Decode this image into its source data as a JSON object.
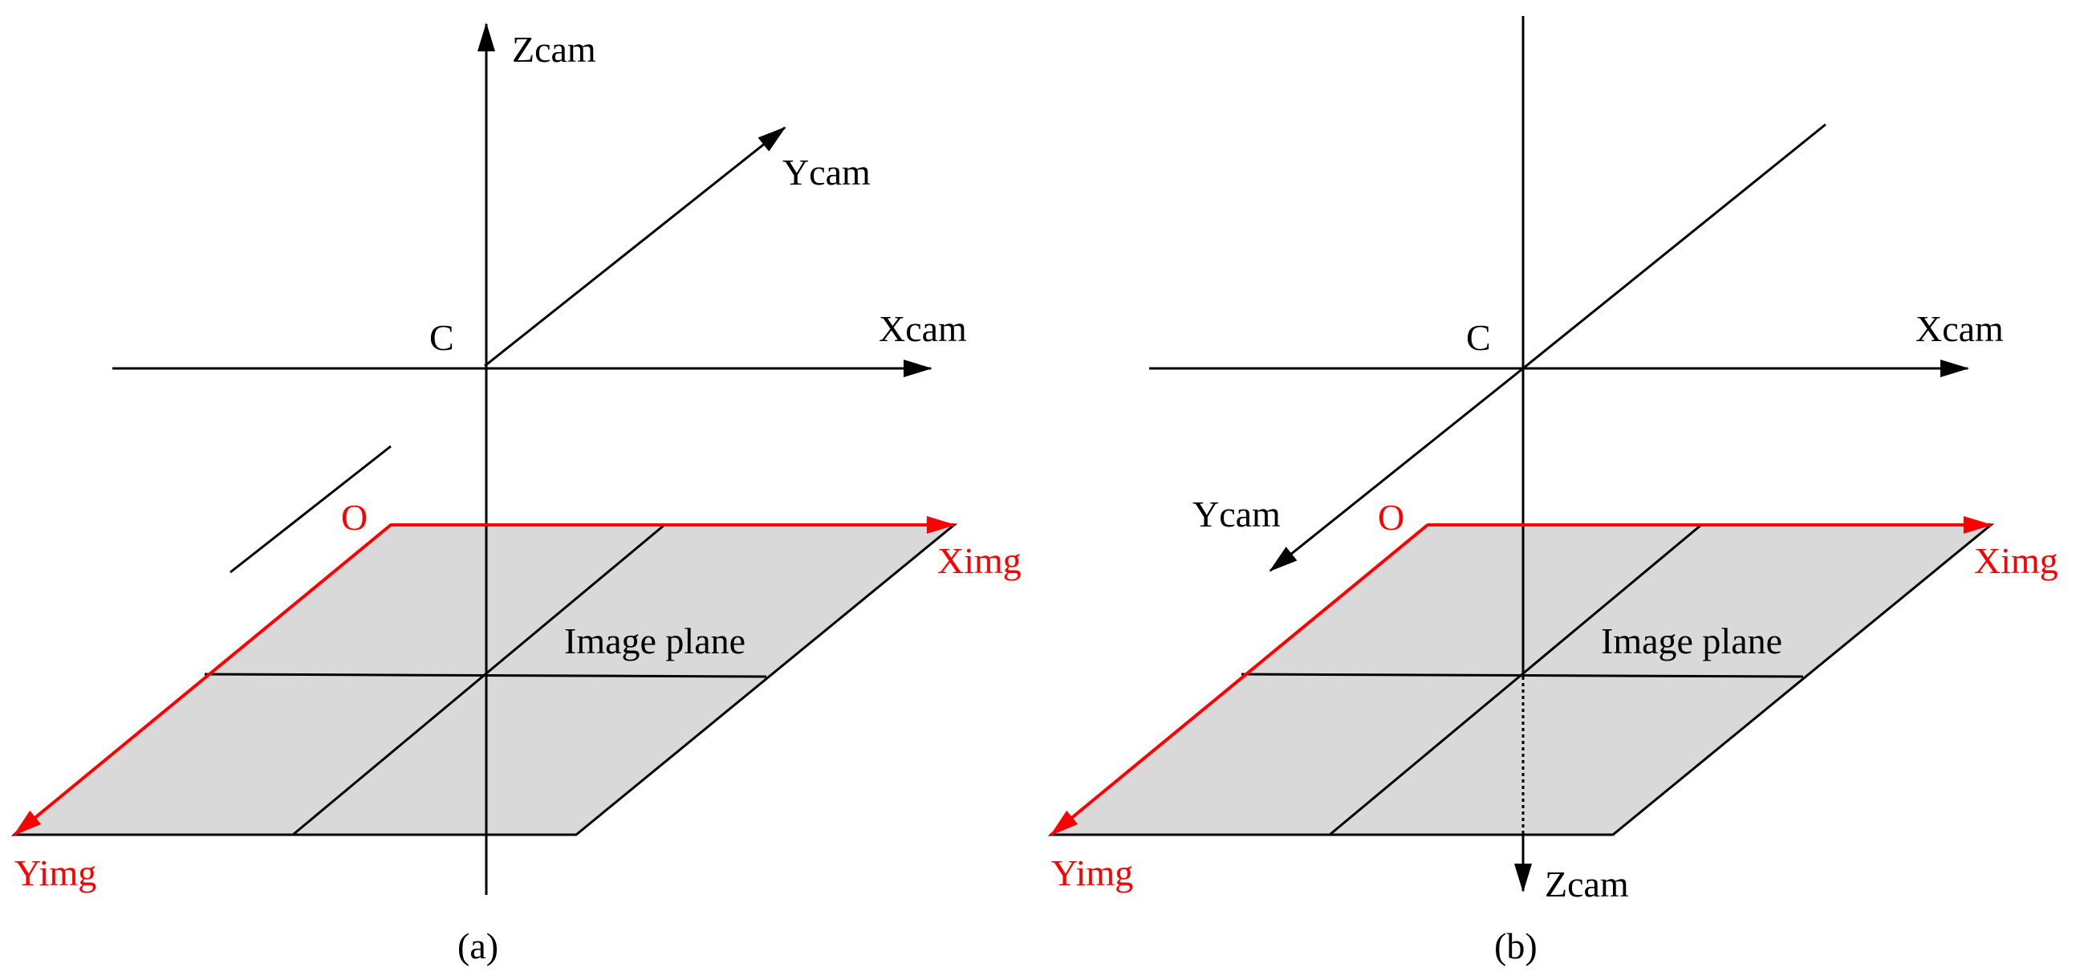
{
  "colors": {
    "axis": "#000000",
    "image_axis": "#ff0000",
    "plane_fill": "#d9d9d9",
    "background": "#ffffff"
  },
  "panels": [
    {
      "caption": "(a)",
      "center_label": "C",
      "x_cam_label": "Xcam",
      "y_cam_label": "Ycam",
      "z_cam_label": "Zcam",
      "origin_label": "O",
      "x_img_label": "Ximg",
      "y_img_label": "Yimg",
      "plane_label": "Image plane"
    },
    {
      "caption": "(b)",
      "center_label": "C",
      "x_cam_label": "Xcam",
      "y_cam_label": "Ycam",
      "z_cam_label": "Zcam",
      "origin_label": "O",
      "x_img_label": "Ximg",
      "y_img_label": "Yimg",
      "plane_label": "Image plane"
    }
  ]
}
